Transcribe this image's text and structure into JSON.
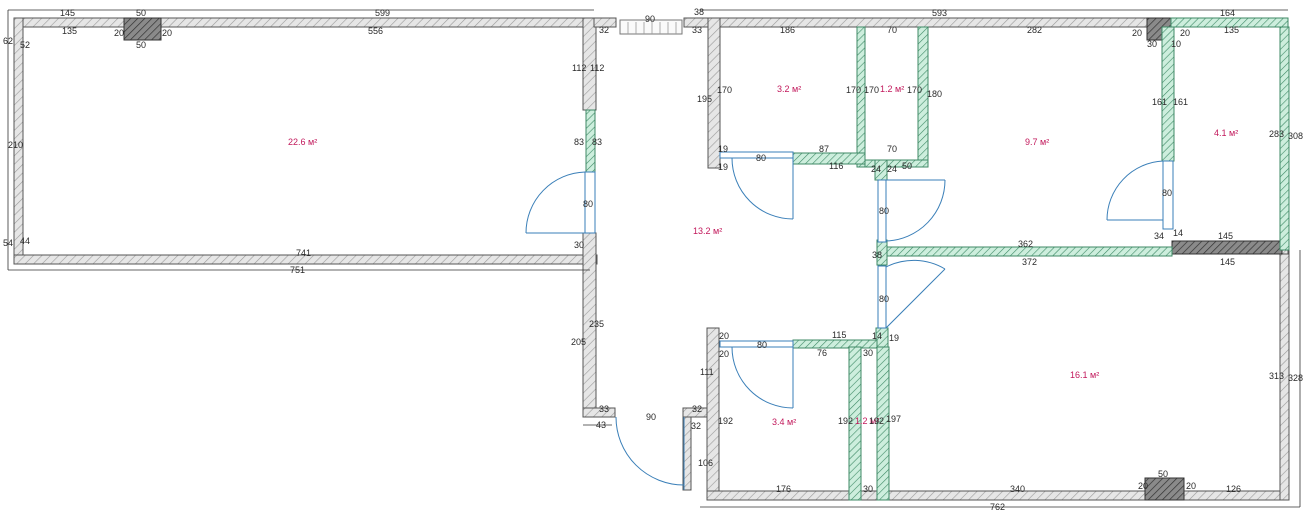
{
  "colors": {
    "wall_fill": "#e4e4e4",
    "wall_stroke": "#555555",
    "partition_fill": "#bfe6d4",
    "partition_stroke": "#3f8a66",
    "window_stroke": "#3a7fb8",
    "door_stroke": "#3a7fb8",
    "area_text": "#c2185b",
    "dim_text": "#2a2a2a"
  },
  "rooms": [
    {
      "id": "living",
      "area": "22.6 м²"
    },
    {
      "id": "hall",
      "area": "13.2 м²"
    },
    {
      "id": "bath-upper",
      "area": "3.2 м²"
    },
    {
      "id": "wc",
      "area": "1.2 м²"
    },
    {
      "id": "bedroom",
      "area": "9.7 м²"
    },
    {
      "id": "closet",
      "area": "4.1 м²"
    },
    {
      "id": "kitchen",
      "area": "16.1 м²"
    },
    {
      "id": "bath-lower",
      "area": "3.4 м²"
    },
    {
      "id": "pantry",
      "area": "1.2 м²"
    }
  ],
  "dimensions": {
    "top_left_a": "145",
    "top_left_b": "50",
    "top_left_c": "599",
    "inner_left_a": "135",
    "inner_left_b": "556",
    "inner_win": "50",
    "side_62": "62",
    "side_32": "52",
    "side_210": "210",
    "side_54": "54",
    "side_44": "44",
    "bot_741": "741",
    "bot_751": "751",
    "d_30": "30",
    "d_112a": "112",
    "d_112b": "112",
    "d_83a": "83",
    "d_83b": "83",
    "door_80_left": "80",
    "d_32_top": "32",
    "entry_90_top": "90",
    "d_38": "38",
    "d_33": "33",
    "top_593": "593",
    "top_164": "164",
    "d_186": "186",
    "d_70a": "70",
    "d_282": "282",
    "d_20a": "20",
    "d_20b": "20",
    "d_30a": "30",
    "d_10": "10",
    "d_135": "135",
    "d_195": "195",
    "d_170a": "170",
    "d_170b": "170",
    "d_170c": "170",
    "d_170d": "170",
    "d_180": "180",
    "d_161a": "161",
    "d_161b": "161",
    "d_283": "283",
    "d_308": "308",
    "d_19a": "19",
    "d_19b": "19",
    "d_80_bath": "80",
    "d_87": "87",
    "d_70b": "70",
    "d_116": "116",
    "d_24a": "24",
    "d_24b": "24",
    "d_50_wc": "50",
    "d_80_closet": "80",
    "d_34": "34",
    "d_14": "14",
    "d_145a": "145",
    "d_80_mid": "80",
    "d_362": "362",
    "d_372": "372",
    "d_145b": "145",
    "d_38b": "38",
    "d_80_lower_door": "80",
    "d_115": "115",
    "d_14b": "14",
    "d_19c": "19",
    "d_20c": "20",
    "d_20d": "20",
    "d_80_bath2": "80",
    "d_76": "76",
    "d_30b": "30",
    "d_235": "235",
    "d_205": "205",
    "d_111": "111",
    "d_313": "313",
    "d_328": "328",
    "d_33b": "33",
    "d_32b": "32",
    "d_43": "43",
    "entry_90_bot": "90",
    "d_32c": "32",
    "d_192a": "192",
    "d_106": "106",
    "d_192b": "192",
    "d_192c": "192",
    "d_197": "197",
    "d_176": "176",
    "d_30c": "30",
    "d_340": "340",
    "d_20e": "20",
    "d_50b": "50",
    "d_20f": "20",
    "d_126": "126",
    "bot_762": "762"
  }
}
